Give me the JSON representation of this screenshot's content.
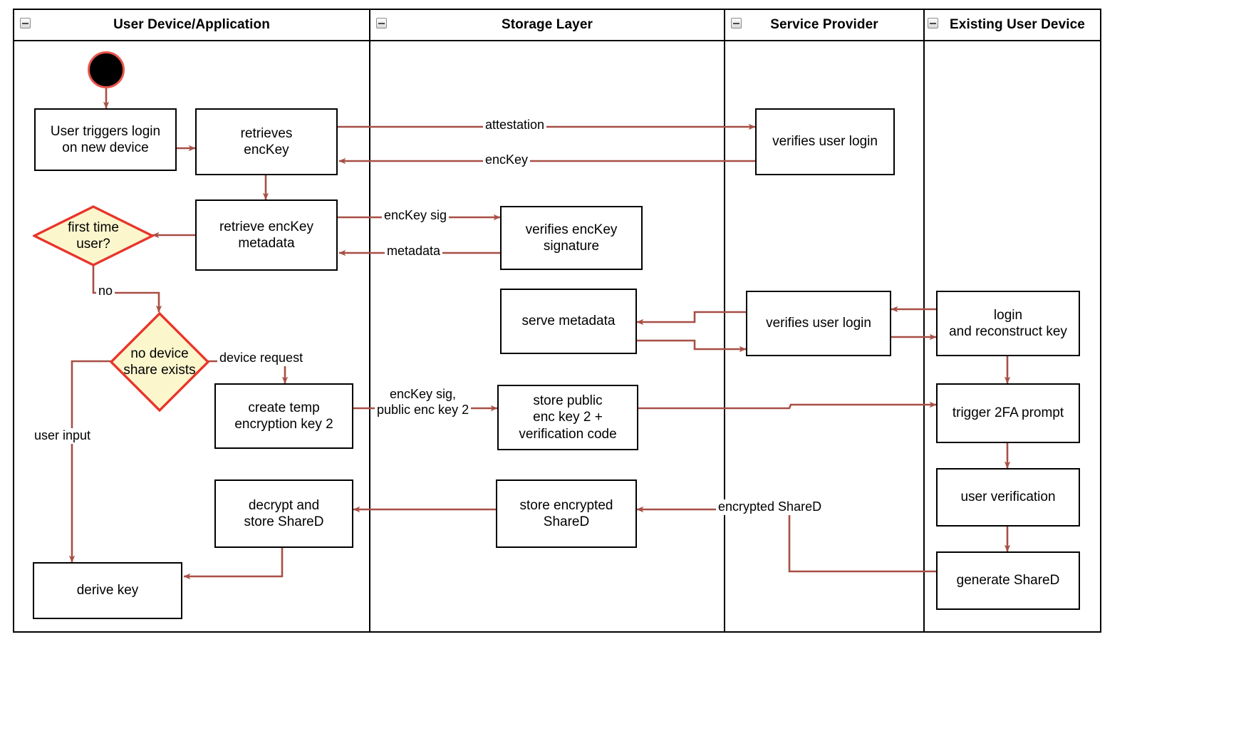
{
  "diagram": {
    "kind": "uml-activity-swimlane",
    "accent_edge_color": "#a74f45",
    "decision_fill": "#fcf6cd",
    "decision_stroke": "#e8352b",
    "node_stroke": "#000000",
    "start_node_name": "start-node"
  },
  "lanes": [
    {
      "id": "user-device",
      "title": "User Device/Application",
      "collapse_icon": "collapse-minus-icon"
    },
    {
      "id": "storage-layer",
      "title": "Storage Layer",
      "collapse_icon": "collapse-minus-icon"
    },
    {
      "id": "service-provider",
      "title": "Service Provider",
      "collapse_icon": "collapse-minus-icon"
    },
    {
      "id": "existing-user-device",
      "title": "Existing User Device",
      "collapse_icon": "collapse-minus-icon"
    }
  ],
  "nodes": {
    "user_triggers_login": "User triggers login\non new device",
    "retrieves_enckey": "retrieves\nencKey",
    "retrieve_enckey_metadata": "retrieve encKey\nmetadata",
    "first_time_user": "first time\nuser?",
    "no_device_share_exists": "no device\nshare exists",
    "create_temp_encryption_key_2": "create temp\nencryption key 2",
    "decrypt_and_store_shared": "decrypt and\nstore ShareD",
    "derive_key": "derive key",
    "verifies_enckey_signature": "verifies encKey\nsignature",
    "serve_metadata": "serve metadata",
    "store_public_enc_key_2": "store public\nenc key 2 +\nverification code",
    "store_encrypted_shared": "store encrypted\nShareD",
    "verifies_user_login_top": "verifies user login",
    "verifies_user_login_mid": "verifies user login",
    "login_and_reconstruct_key": "login\nand reconstruct key",
    "trigger_2fa_prompt": "trigger 2FA prompt",
    "user_verification": "user verification",
    "generate_shared": "generate ShareD"
  },
  "edge_labels": {
    "attestation": "attestation",
    "enckey": "encKey",
    "enckey_sig": "encKey sig",
    "metadata": "metadata",
    "no": "no",
    "device_request": "device request",
    "user_input": "user input",
    "enckey_sig_public_enc_key_2": "encKey sig,\npublic enc key 2",
    "encrypted_shared": "encrypted ShareD"
  }
}
